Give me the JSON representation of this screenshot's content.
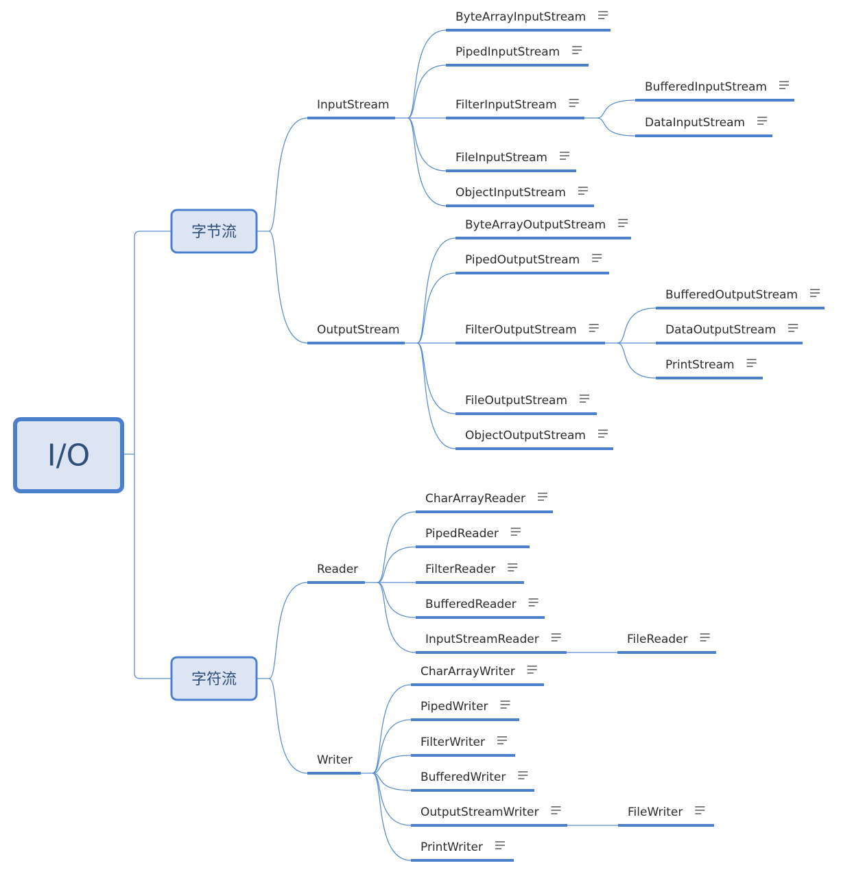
{
  "root": {
    "label": "I/O"
  },
  "categories": [
    {
      "label": "字节流",
      "groups": [
        {
          "label": "InputStream",
          "children": [
            {
              "label": "ByteArrayInputStream"
            },
            {
              "label": "PipedInputStream"
            },
            {
              "label": "FilterInputStream",
              "children": [
                {
                  "label": "BufferedInputStream"
                },
                {
                  "label": "DataInputStream"
                }
              ]
            },
            {
              "label": "FileInputStream"
            },
            {
              "label": "ObjectInputStream"
            }
          ]
        },
        {
          "label": "OutputStream",
          "children": [
            {
              "label": "ByteArrayOutputStream"
            },
            {
              "label": "PipedOutputStream"
            },
            {
              "label": "FilterOutputStream",
              "children": [
                {
                  "label": "BufferedOutputStream"
                },
                {
                  "label": "DataOutputStream"
                },
                {
                  "label": "PrintStream"
                }
              ]
            },
            {
              "label": "FileOutputStream"
            },
            {
              "label": "ObjectOutputStream"
            }
          ]
        }
      ]
    },
    {
      "label": "字符流",
      "groups": [
        {
          "label": "Reader",
          "children": [
            {
              "label": "CharArrayReader"
            },
            {
              "label": "PipedReader"
            },
            {
              "label": "FilterReader"
            },
            {
              "label": "BufferedReader"
            },
            {
              "label": "InputStreamReader",
              "children": [
                {
                  "label": "FileReader"
                }
              ]
            }
          ]
        },
        {
          "label": "Writer",
          "children": [
            {
              "label": "CharArrayWriter"
            },
            {
              "label": "PipedWriter"
            },
            {
              "label": "FilterWriter"
            },
            {
              "label": "BufferedWriter"
            },
            {
              "label": "OutputStreamWriter",
              "children": [
                {
                  "label": "FileWriter"
                }
              ]
            },
            {
              "label": "PrintWriter"
            }
          ]
        }
      ]
    }
  ],
  "colors": {
    "line": "#4a7fcb",
    "box_fill": "#dde5f3",
    "title_text": "#2f4e7a"
  },
  "icons": {
    "notes": "notes-icon"
  }
}
